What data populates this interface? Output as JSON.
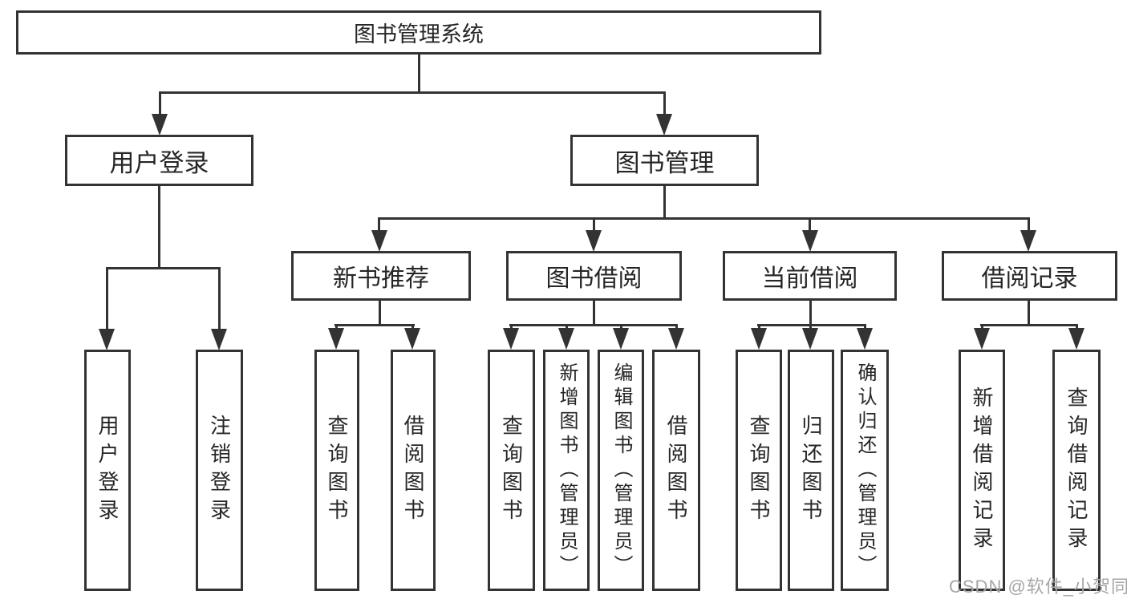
{
  "diagram": {
    "root": "图书管理系统",
    "level2": {
      "user_login": "用户登录",
      "book_management": "图书管理"
    },
    "level3": {
      "new_book_recommend": "新书推荐",
      "book_borrow": "图书借阅",
      "current_borrow": "当前借阅",
      "borrow_records": "借阅记录"
    },
    "leaves": {
      "user_login": "用户登录",
      "logout": "注销登录",
      "recommend_query_books": "查询图书",
      "recommend_borrow_books": "借阅图书",
      "borrow_query_books": "查询图书",
      "add_books_admin": "新增图书（管理员）",
      "edit_books_admin": "编辑图书（管理员）",
      "borrow_books": "借阅图书",
      "current_query_books": "查询图书",
      "return_books": "归还图书",
      "confirm_return_admin": "确认归还（管理员）",
      "add_borrow_record": "新增借阅记录",
      "query_borrow_record": "查询借阅记录"
    },
    "watermark": "CSDN @软件_小贺同学",
    "colors": {
      "line": "#333333",
      "text": "#262626",
      "watermark": "#a6a6a6",
      "background": "#ffffff"
    }
  }
}
